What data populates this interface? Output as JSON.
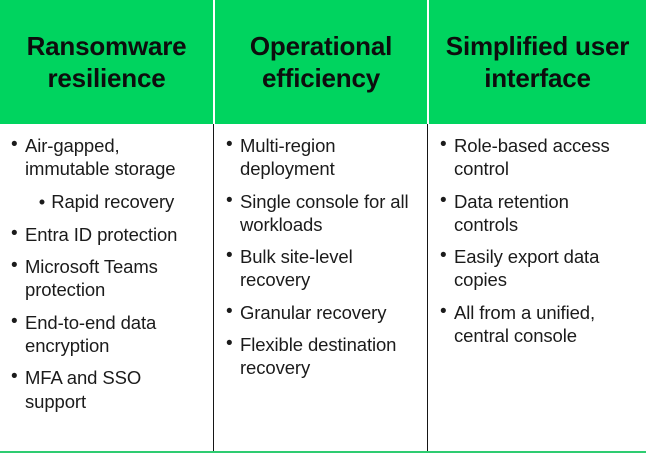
{
  "theme": {
    "header_bg": "#00d45f",
    "header_text": "#0d0d0d",
    "body_text": "#1b1b1b",
    "divider": "#161616",
    "bottom_rule": "#2ecc71",
    "page_bg": "#ffffff"
  },
  "columns": [
    {
      "header": "Ransomware resilience",
      "items": [
        {
          "text": "Air-gapped, immutable storage",
          "style": "bullet"
        },
        {
          "text": "Rapid recovery",
          "style": "centered-bullet"
        },
        {
          "text": "Entra ID protection",
          "style": "bullet"
        },
        {
          "text": "Microsoft Teams protection",
          "style": "bullet"
        },
        {
          "text": "End-to-end data encryption",
          "style": "bullet"
        },
        {
          "text": "MFA and SSO support",
          "style": "bullet"
        }
      ]
    },
    {
      "header": "Operational efficiency",
      "items": [
        {
          "text": "Multi-region deployment",
          "style": "bullet"
        },
        {
          "text": "Single console for all workloads",
          "style": "bullet"
        },
        {
          "text": "Bulk site-level recovery",
          "style": "bullet"
        },
        {
          "text": "Granular recovery",
          "style": "bullet"
        },
        {
          "text": "Flexible destination recovery",
          "style": "bullet"
        }
      ]
    },
    {
      "header": "Simplified user interface",
      "items": [
        {
          "text": "Role-based access control",
          "style": "bullet"
        },
        {
          "text": "Data retention controls",
          "style": "bullet"
        },
        {
          "text": "Easily export data copies",
          "style": "bullet"
        },
        {
          "text": "All from a unified, central console",
          "style": "bullet"
        }
      ]
    }
  ],
  "bullet_glyph": "•"
}
